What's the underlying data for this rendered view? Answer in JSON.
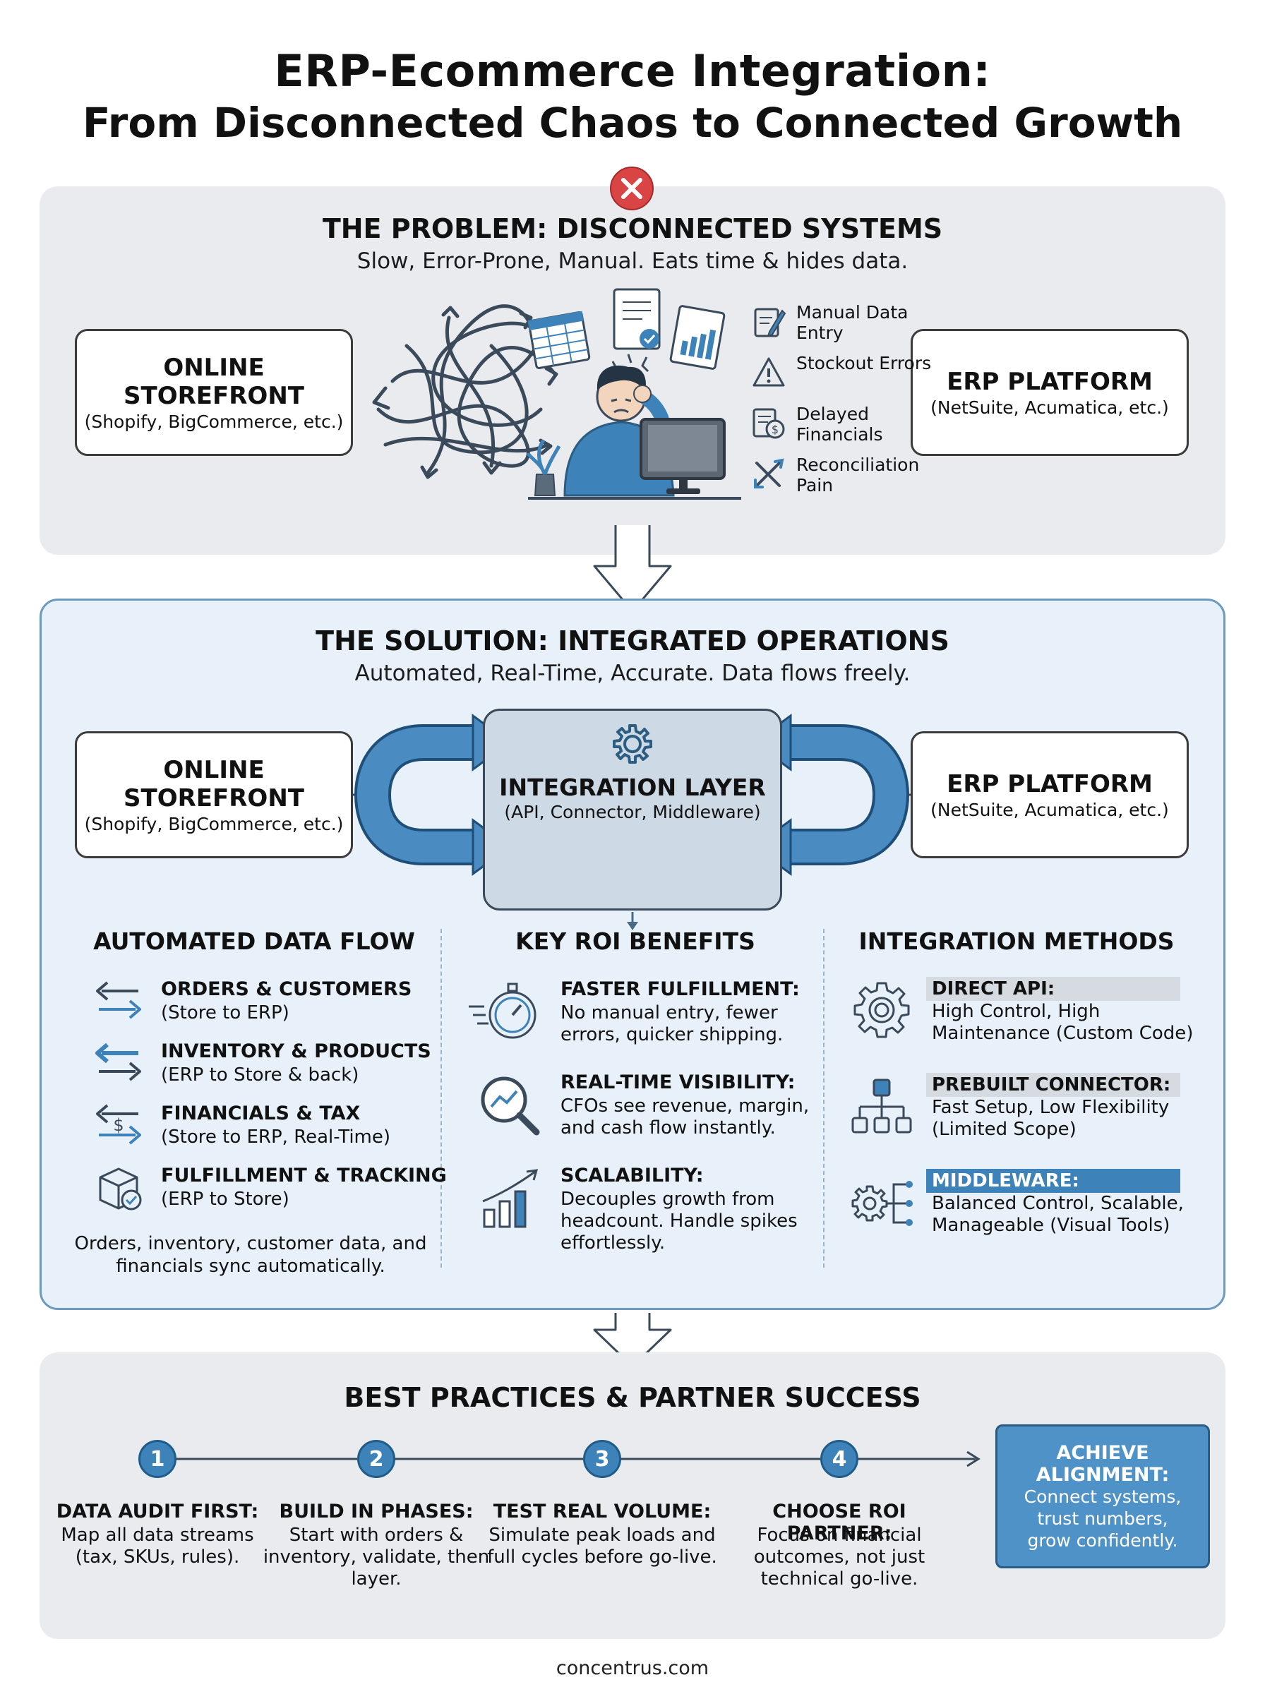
{
  "title": {
    "line1": "ERP-Ecommerce Integration:",
    "line2": "From Disconnected Chaos to Connected Growth"
  },
  "problem": {
    "title": "THE PROBLEM: DISCONNECTED SYSTEMS",
    "subtitle": "Slow, Error-Prone, Manual. Eats time & hides data.",
    "storefront": {
      "name": "ONLINE STOREFRONT",
      "sub": "(Shopify, BigCommerce, etc.)"
    },
    "erp": {
      "name": "ERP PLATFORM",
      "sub": "(NetSuite, Acumatica, etc.)"
    },
    "pains": [
      "Manual Data Entry",
      "Stockout Errors",
      "Delayed Financials",
      "Reconciliation Pain"
    ]
  },
  "solution": {
    "title": "THE SOLUTION: INTEGRATED OPERATIONS",
    "subtitle": "Automated, Real-Time, Accurate. Data flows freely.",
    "storefront": {
      "name": "ONLINE STOREFRONT",
      "sub": "(Shopify, BigCommerce, etc.)"
    },
    "layer": {
      "name": "INTEGRATION LAYER",
      "sub": "(API, Connector, Middleware)"
    },
    "erp": {
      "name": "ERP PLATFORM",
      "sub": "(NetSuite, Acumatica, etc.)"
    }
  },
  "flow": {
    "title": "AUTOMATED DATA FLOW",
    "items": [
      {
        "title": "ORDERS & CUSTOMERS",
        "sub": "(Store to ERP)"
      },
      {
        "title": "INVENTORY & PRODUCTS",
        "sub": "(ERP to Store & back)"
      },
      {
        "title": "FINANCIALS & TAX",
        "sub": "(Store to ERP, Real-Time)"
      },
      {
        "title": "FULFILLMENT & TRACKING",
        "sub": "(ERP to Store)"
      }
    ],
    "note": "Orders, inventory, customer data, and financials sync automatically."
  },
  "benefits": {
    "title": "KEY ROI BENEFITS",
    "items": [
      {
        "title": "FASTER FULFILLMENT:",
        "desc": "No manual entry, fewer errors, quicker shipping."
      },
      {
        "title": "REAL-TIME VISIBILITY:",
        "desc": "CFOs see revenue, margin, and cash flow instantly."
      },
      {
        "title": "SCALABILITY:",
        "desc": "Decouples growth from headcount. Handle spikes effortlessly."
      }
    ]
  },
  "methods": {
    "title": "INTEGRATION METHODS",
    "items": [
      {
        "title": "DIRECT API:",
        "desc": "High Control, High Maintenance (Custom Code)"
      },
      {
        "title": "PREBUILT CONNECTOR:",
        "desc": "Fast Setup, Low Flexibility (Limited Scope)"
      },
      {
        "title": "MIDDLEWARE:",
        "desc": "Balanced Control, Scalable, Manageable (Visual Tools)"
      }
    ]
  },
  "practices": {
    "title": "BEST PRACTICES & PARTNER SUCCESS",
    "steps": [
      {
        "num": "1",
        "title": "DATA AUDIT FIRST:",
        "desc": "Map all data streams (tax, SKUs, rules)."
      },
      {
        "num": "2",
        "title": "BUILD IN PHASES:",
        "desc": "Start with orders & inventory, validate, then layer."
      },
      {
        "num": "3",
        "title": "TEST REAL VOLUME:",
        "desc": "Simulate peak loads and full cycles before go-live."
      },
      {
        "num": "4",
        "title": "CHOOSE ROI PARTNER:",
        "desc": "Focus on financial outcomes, not just technical go-live."
      }
    ],
    "goal": {
      "title": "ACHIEVE ALIGNMENT:",
      "desc": "Connect systems, trust numbers, grow confidently."
    }
  },
  "footer": "concentrus.com",
  "colors": {
    "accent": "#3d82b8",
    "accent_dark": "#1f5c8a",
    "error": "#d94444",
    "solution_bg": "#e8f1f9",
    "problem_bg": "#e9ebef"
  }
}
